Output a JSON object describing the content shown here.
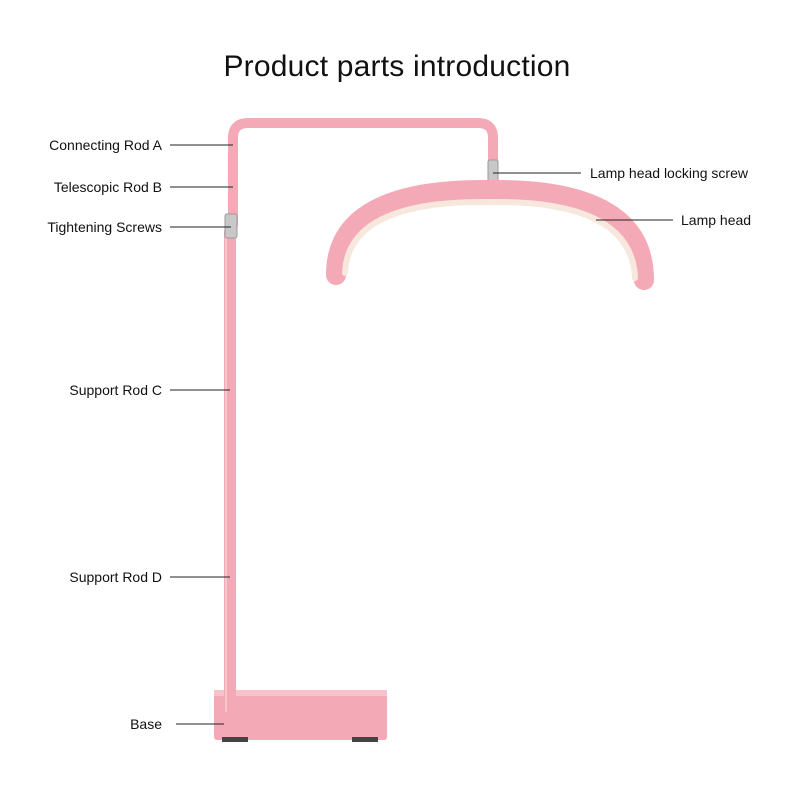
{
  "title": "Product parts introduction",
  "colors": {
    "rod": "#f4a9b6",
    "rod_edge": "#e590a0",
    "lamp_face": "#f7e7dd",
    "metal": "#c8c8c8",
    "leader": "#222222"
  },
  "labels": {
    "connecting_rod_a": "Connecting Rod A",
    "telescopic_rod_b": "Telescopic Rod B",
    "tightening_screws": "Tightening Screws",
    "support_rod_c": "Support Rod C",
    "support_rod_d": "Support Rod D",
    "base": "Base",
    "lamp_head_locking_screw": "Lamp head locking screw",
    "lamp_head": "Lamp head"
  }
}
